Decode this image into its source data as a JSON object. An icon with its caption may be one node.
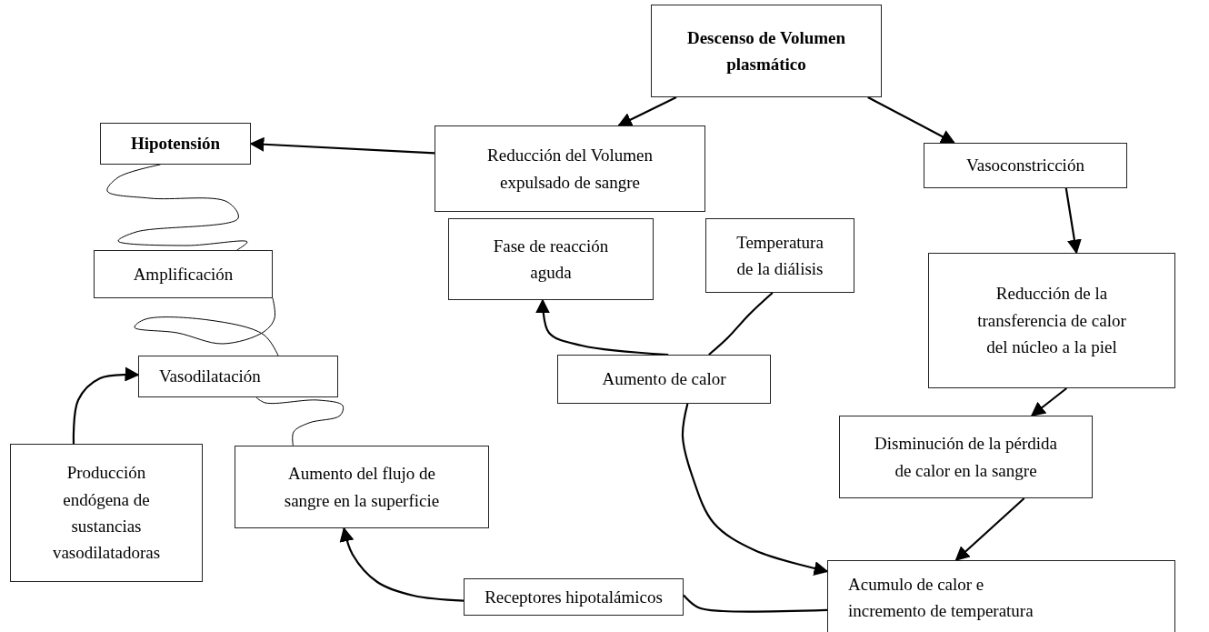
{
  "diagram": {
    "nodes": [
      {
        "text": [
          "Descenso de Volumen plasmático"
        ]
      },
      {
        "text": [
          "Hipotensión"
        ]
      },
      {
        "text": [
          "Reducción del Volumen expulsado de sangre"
        ]
      },
      {
        "text": [
          "Vasoconstricción"
        ]
      },
      {
        "text": [
          "Fase de reacción aguda"
        ]
      },
      {
        "text": [
          "Temperatura de la diálisis"
        ]
      },
      {
        "text": [
          "Amplificación"
        ]
      },
      {
        "text": [
          "Reducción de la transferencia de calor del núcleo a la piel"
        ]
      },
      {
        "text": [
          "Vasodilatación"
        ]
      },
      {
        "text": [
          "Aumento de calor"
        ]
      },
      {
        "text": [
          "Disminución de la pérdida de calor en la sangre"
        ]
      },
      {
        "text": [
          "Producción endógena de sustancias vasodilatadoras"
        ]
      },
      {
        "text": [
          "Aumento del flujo de sangre en la superficie"
        ]
      },
      {
        "text": [
          "Receptores hipotalámicos"
        ]
      },
      {
        "text": [
          "Acumulo de calor e incremento de temperatura"
        ]
      }
    ],
    "edges": [
      {
        "from": 0,
        "to": 2,
        "arrow": "to"
      },
      {
        "from": 0,
        "to": 3,
        "arrow": "to"
      },
      {
        "from": 2,
        "to": 1,
        "arrow": "to"
      },
      {
        "from": 3,
        "to": 7,
        "arrow": "to"
      },
      {
        "from": 7,
        "to": 10,
        "arrow": "to"
      },
      {
        "from": 10,
        "to": 14,
        "arrow": "to"
      },
      {
        "from": 9,
        "to": 4,
        "arrow": "to"
      },
      {
        "from": 5,
        "to": 9,
        "arrow": "none"
      },
      {
        "from": 9,
        "to": 14,
        "arrow": "to"
      },
      {
        "from": 13,
        "to": 14,
        "arrow": "none"
      },
      {
        "from": 13,
        "to": 12,
        "arrow": "to"
      },
      {
        "from": 11,
        "to": 8,
        "arrow": "to"
      },
      {
        "from": 1,
        "to": 6,
        "arrow": "none"
      },
      {
        "from": 6,
        "to": 8,
        "arrow": "none"
      },
      {
        "from": 8,
        "to": 12,
        "arrow": "none"
      }
    ]
  }
}
